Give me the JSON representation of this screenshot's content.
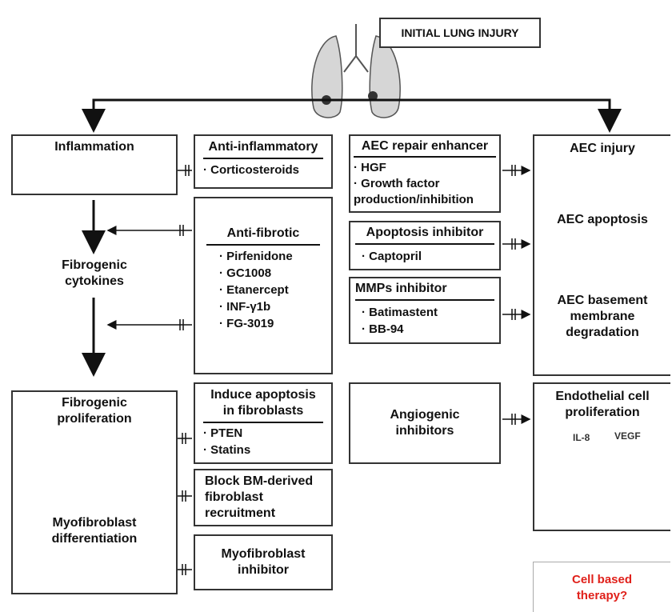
{
  "top": {
    "initial_injury": "INITIAL LUNG INJURY"
  },
  "left": {
    "inflammation": "Inflammation",
    "fibrogenic_cytokines": "Fibrogenic\ncytokines",
    "fibrogenic_proliferation": "Fibrogenic\nproliferation",
    "myofibroblast_differentiation": "Myofibroblast\ndifferentiation"
  },
  "middle_left": {
    "anti_inflammatory": {
      "title": "Anti-inflammatory",
      "items": [
        "Corticosteroids"
      ]
    },
    "anti_fibrotic": {
      "title": "Anti-fibrotic",
      "items": [
        "Pirfenidone",
        "GC1008",
        "Etanercept",
        "INF-γ1b",
        "FG-3019"
      ]
    },
    "induce_apoptosis": {
      "title": "Induce apoptosis\nin fibroblasts",
      "items": [
        "PTEN",
        "Statins"
      ]
    },
    "block_bm": {
      "text": "Block BM-derived\nfibroblast\nrecruitment"
    },
    "myofibroblast_inhibitor": {
      "text": "Myofibroblast\ninhibitor"
    }
  },
  "middle_right": {
    "aec_repair": {
      "title": "AEC repair enhancer",
      "items": [
        "HGF",
        "Growth factor\nproduction/inhibition"
      ]
    },
    "apoptosis_inhibitor": {
      "title": "Apoptosis inhibitor",
      "items": [
        "Captopril"
      ]
    },
    "mmps_inhibitor": {
      "title": "MMPs inhibitor",
      "items": [
        "Batimastent",
        "BB-94"
      ]
    },
    "angiogenic": {
      "text": "Angiogenic\ninhibitors"
    }
  },
  "right": {
    "aec_injury": "AEC injury",
    "aec_apoptosis": "AEC apoptosis",
    "aec_basement": "AEC basement\nmembrane\ndegradation",
    "endothelial": "Endothelial cell\nproliferation",
    "il8": "IL-8",
    "vegf": "VEGF"
  },
  "cell_therapy": "Cell based\ntherapy?",
  "colors": {
    "accent_red": "#e0201a",
    "lung_fill": "#d8d8d8"
  }
}
